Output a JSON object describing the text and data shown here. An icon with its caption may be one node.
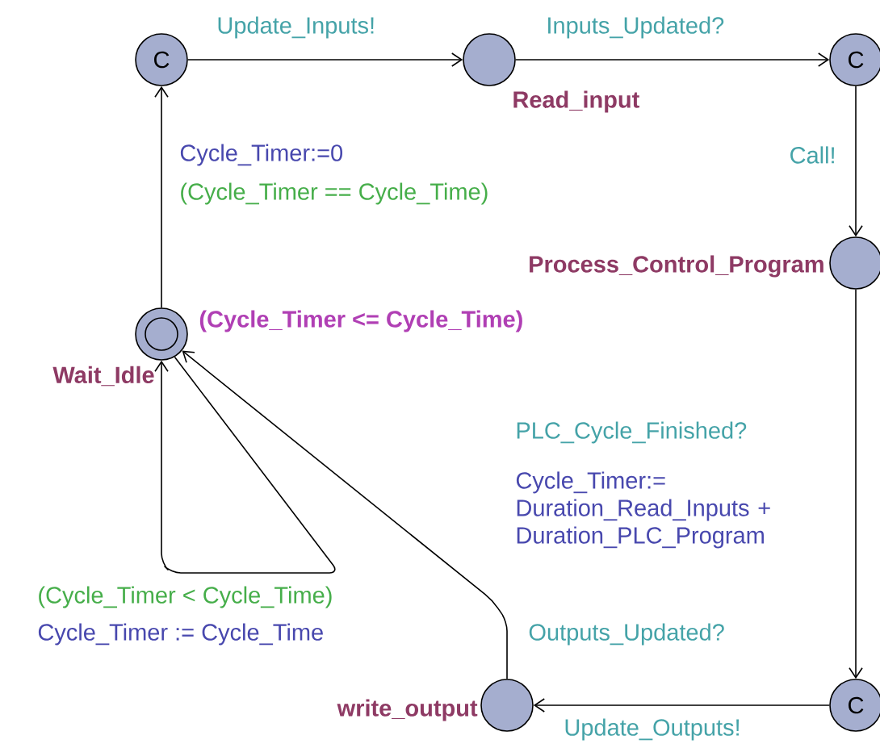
{
  "diagram": {
    "nodes": [
      {
        "text": [
          "C"
        ]
      },
      {
        "text": [],
        "shape": "circle",
        "beside": [
          "Read_input"
        ]
      },
      {
        "text": [
          "C"
        ]
      },
      {
        "text": [],
        "shape": "circle",
        "beside": [
          "Process_Control_Program"
        ]
      },
      {
        "text": [
          "C"
        ]
      },
      {
        "text": [],
        "shape": "circle",
        "beside": [
          "write_output"
        ]
      },
      {
        "text": [],
        "shape": "double-circle",
        "beside": [
          "Wait_Idle",
          "(Cycle_Timer <= Cycle_Time)"
        ]
      }
    ],
    "edges": [
      {
        "from": 0,
        "to": 1,
        "arrow": "to",
        "label": "Update_Inputs!"
      },
      {
        "from": 1,
        "to": 2,
        "arrow": "to",
        "label": "Inputs_Updated?"
      },
      {
        "from": 2,
        "to": 3,
        "arrow": "to",
        "label": "Call!"
      },
      {
        "from": 3,
        "to": 4,
        "arrow": "to",
        "label": "PLC_Cycle_Finished?"
      },
      {
        "from": 4,
        "to": 5,
        "arrow": "to",
        "label": "Update_Outputs!"
      },
      {
        "from": 5,
        "to": 6,
        "arrow": "to",
        "label": "Outputs_Updated?"
      },
      {
        "from": 6,
        "to": 6,
        "arrow": "to",
        "label": "(Cycle_Timer < Cycle_Time)"
      },
      {
        "from": 6,
        "to": 0,
        "arrow": "to",
        "label": "Cycle_Timer:=0"
      }
    ],
    "labels": [
      "(Cycle_Timer == Cycle_Time)",
      "Cycle_Timer:= Duration_Read_Inputs + Duration_PLC_Program",
      "Cycle_Timer := Cycle_Time"
    ]
  }
}
